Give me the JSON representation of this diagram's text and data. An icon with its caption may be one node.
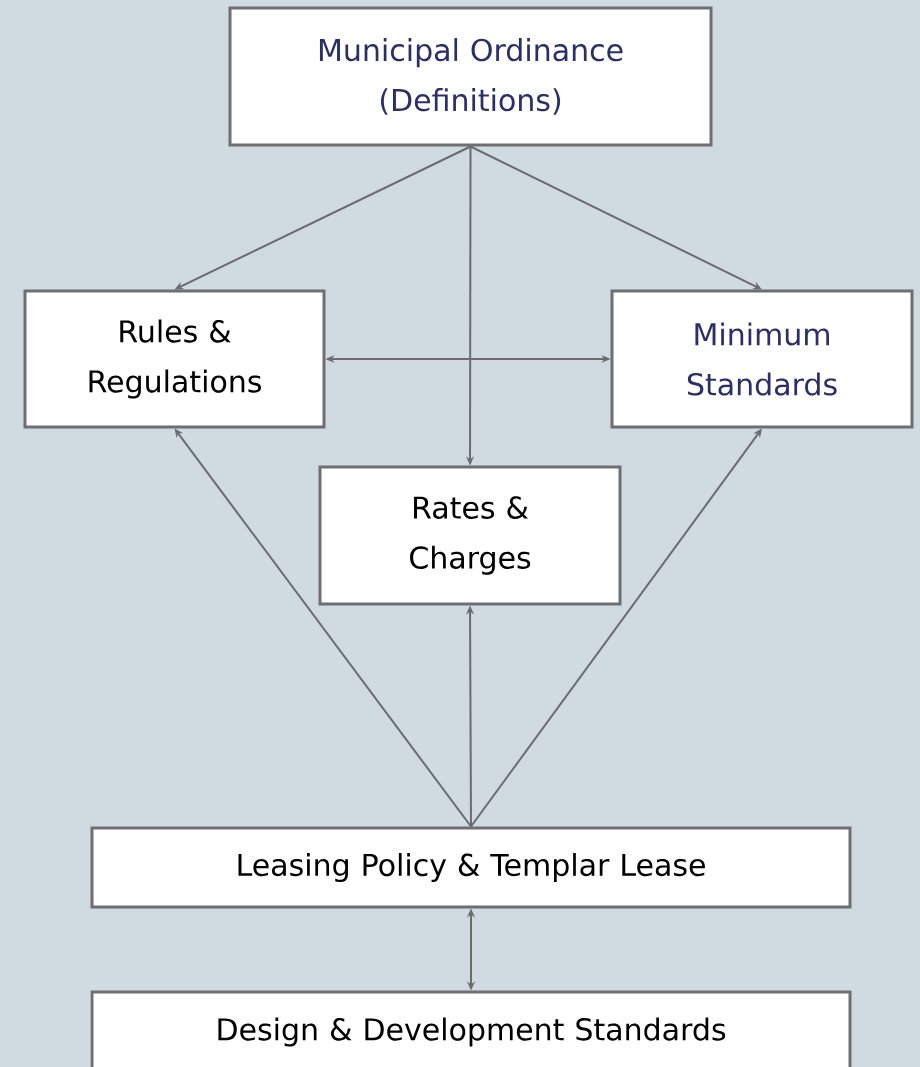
{
  "diagram": {
    "nodes": [
      {
        "text": [
          "Municipal Ordinance (Definitions)"
        ]
      },
      {
        "text": [
          "Rules & Regulations"
        ]
      },
      {
        "text": [
          "Minimum Standards"
        ]
      },
      {
        "text": [
          "Rates & Charges"
        ]
      },
      {
        "text": [
          "Leasing Policy & Templar Lease"
        ]
      },
      {
        "text": [
          "Design & Development Standards"
        ]
      }
    ],
    "edges": [
      {
        "from": 0,
        "to": 1,
        "arrow": "to"
      },
      {
        "from": 0,
        "to": 3,
        "arrow": "to"
      },
      {
        "from": 0,
        "to": 2,
        "arrow": "to"
      },
      {
        "from": 1,
        "to": 2,
        "arrow": "both"
      },
      {
        "from": 4,
        "to": 1,
        "arrow": "to"
      },
      {
        "from": 4,
        "to": 3,
        "arrow": "to"
      },
      {
        "from": 4,
        "to": 2,
        "arrow": "to"
      },
      {
        "from": 4,
        "to": 5,
        "arrow": "both"
      }
    ]
  }
}
